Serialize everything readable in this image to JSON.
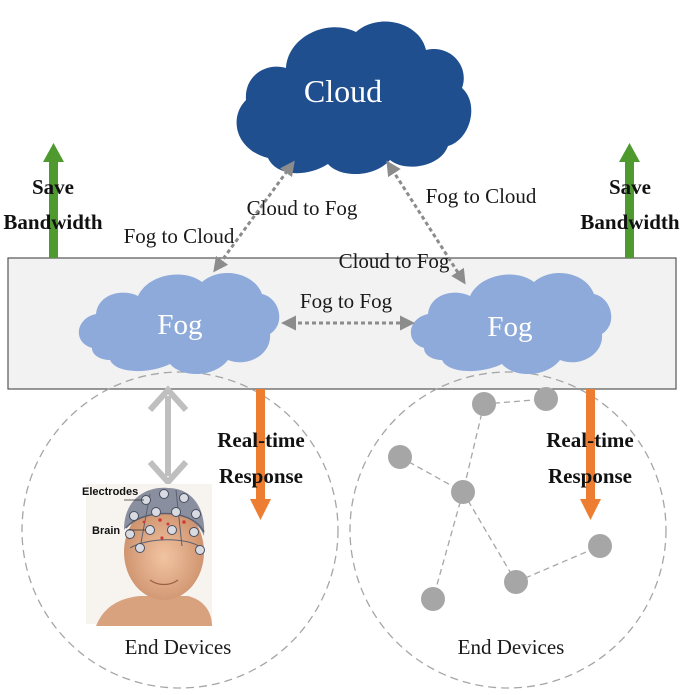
{
  "cloud": {
    "label": "Cloud",
    "color": "#1f4f8f"
  },
  "fog_left": {
    "label": "Fog",
    "color": "#8eaadb"
  },
  "fog_right": {
    "label": "Fog",
    "color": "#8eaadb"
  },
  "links": {
    "cloud_to_fog_left": "Cloud to Fog",
    "fog_to_cloud_left": "Fog to Cloud",
    "fog_to_cloud_right": "Fog to Cloud",
    "cloud_to_fog_right": "Cloud to Fog",
    "fog_to_fog": "Fog to Fog"
  },
  "bandwidth_left": {
    "line1": "Save",
    "line2": "Bandwidth",
    "color": "#4f9a2f"
  },
  "bandwidth_right": {
    "line1": "Save",
    "line2": "Bandwidth",
    "color": "#4f9a2f"
  },
  "response_left": {
    "line1": "Real-time",
    "line2": "Response",
    "color": "#ed7d31"
  },
  "response_right": {
    "line1": "Real-time",
    "line2": "Response",
    "color": "#ed7d31"
  },
  "eeg": {
    "electrodes_label": "Electrodes",
    "brain_label": "Brain"
  },
  "end_devices_left": "End Devices",
  "end_devices_right": "End Devices",
  "node_color": "#a6a6a6"
}
